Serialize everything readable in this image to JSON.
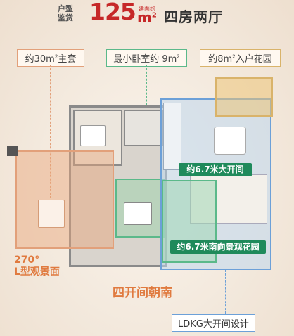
{
  "header": {
    "tag_line1": "户型",
    "tag_line2": "鉴赏",
    "area_number": "125",
    "area_prefix": "建面约",
    "area_unit": "m",
    "area_unit_sup": "2",
    "type": "四房两厅"
  },
  "callouts": {
    "master": {
      "pre": "约30m",
      "sup": "2",
      "post": "主套"
    },
    "bedroom": {
      "text": "最小卧室约 9m",
      "sup": "2"
    },
    "garden": {
      "pre": "约8m",
      "sup": "2",
      "post": "入户花园"
    }
  },
  "plan_labels": {
    "open_space": "约6.7米大开间",
    "south_garden": "约6.7米南向景观花园"
  },
  "annotations": {
    "view_line1": "270°",
    "view_line2": "L型观景面",
    "south_facing": "四开间朝南",
    "ldkg": "LDKG大开间设计"
  },
  "colors": {
    "accent_red": "#c62828",
    "orange": "#e07a3f",
    "green": "#1f8a5b",
    "blue": "#6ca0d8",
    "gold": "#d9b36a"
  }
}
